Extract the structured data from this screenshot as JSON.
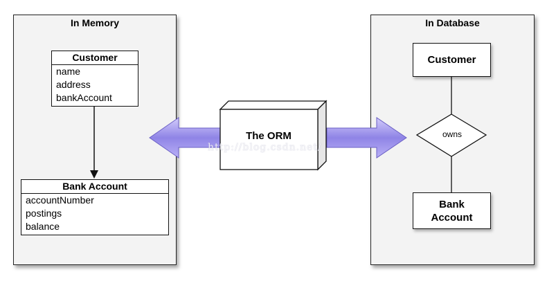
{
  "memory_panel": {
    "title": "In Memory",
    "customer_class": {
      "name": "Customer",
      "attributes": [
        "name",
        "address",
        "bankAccount"
      ]
    },
    "bank_class": {
      "name": "Bank Account",
      "attributes": [
        "accountNumber",
        "postings",
        "balance"
      ]
    }
  },
  "orm": {
    "label": "The ORM"
  },
  "db_panel": {
    "title": "In Database",
    "customer_entity": "Customer",
    "relationship": "owns",
    "bank_entity_line1": "Bank",
    "bank_entity_line2": "Account"
  },
  "watermark": "http://blog.csdn.net/",
  "colors": {
    "arrow_fill": "#8f84e6",
    "arrow_stroke": "#6a5fc4",
    "panel_bg": "#f3f3f3"
  }
}
